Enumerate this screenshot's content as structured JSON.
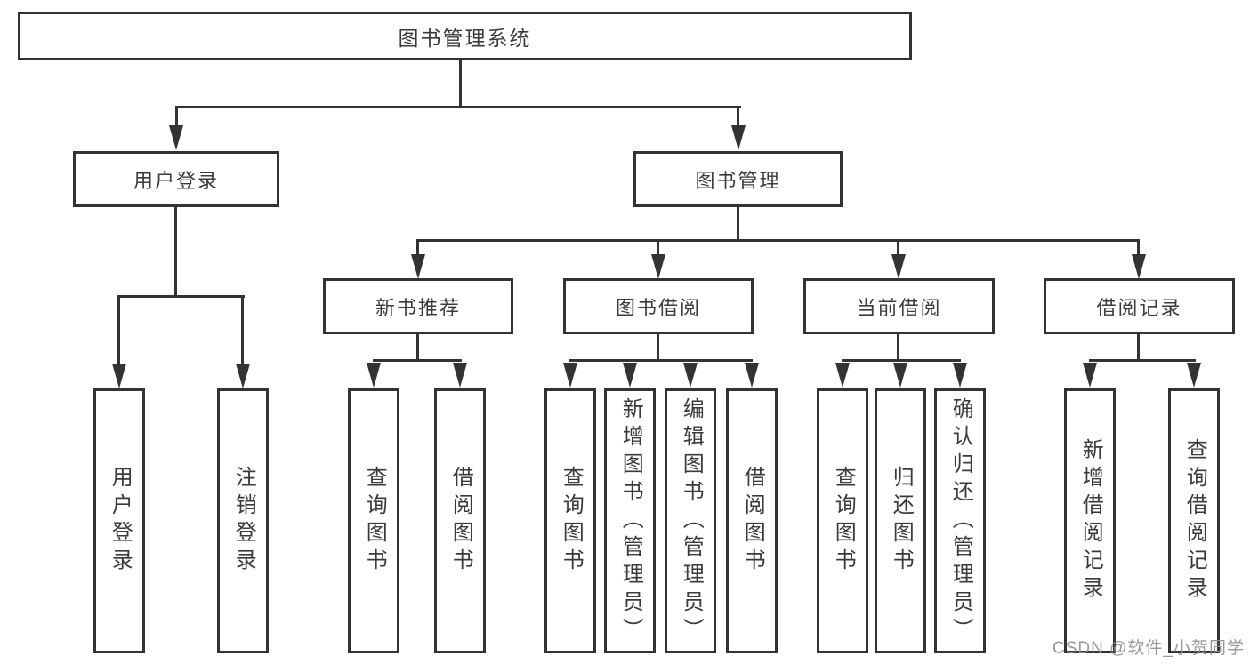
{
  "tree": {
    "root": {
      "label": "图书管理系统"
    },
    "children": [
      {
        "label": "用户登录",
        "children": [
          {
            "label": "用户登录"
          },
          {
            "label": "注销登录"
          }
        ]
      },
      {
        "label": "图书管理",
        "children": [
          {
            "label": "新书推荐",
            "children": [
              {
                "label": "查询图书"
              },
              {
                "label": "借阅图书"
              }
            ]
          },
          {
            "label": "图书借阅",
            "children": [
              {
                "label": "查询图书"
              },
              {
                "label": "新增图书（管理员）"
              },
              {
                "label": "编辑图书（管理员）"
              },
              {
                "label": "借阅图书"
              }
            ]
          },
          {
            "label": "当前借阅",
            "children": [
              {
                "label": "查询图书"
              },
              {
                "label": "归还图书"
              },
              {
                "label": "确认归还（管理员）"
              }
            ]
          },
          {
            "label": "借阅记录",
            "children": [
              {
                "label": "新增借阅记录"
              },
              {
                "label": "查询借阅记录"
              }
            ]
          }
        ]
      }
    ]
  },
  "watermark": "CSDN @软件_小贺同学",
  "colors": {
    "line": "#333333",
    "text": "#3b3b3b",
    "watermark": "#919191",
    "background": "#ffffff"
  }
}
